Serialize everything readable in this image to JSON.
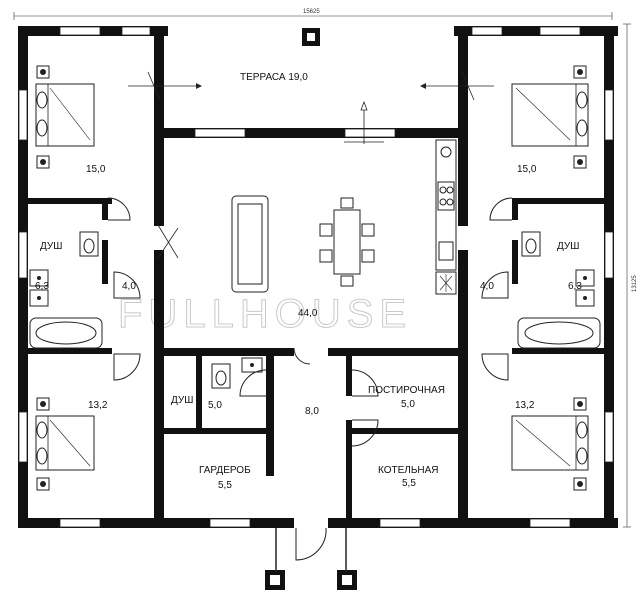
{
  "dimensions": {
    "width": "15625",
    "height": "13125"
  },
  "rooms": {
    "terrace": "ТЕРРАСА 19,0",
    "bedroom_nw": "15,0",
    "bedroom_ne": "15,0",
    "bedroom_sw": "13,2",
    "bedroom_se": "13,2",
    "shower_w_name": "ДУШ",
    "shower_w_area": "6,3",
    "shower_e_name": "ДУШ",
    "shower_e_area": "6,3",
    "hall_w": "4,0",
    "hall_e": "4,0",
    "living": "44,0",
    "shower_c_name": "ДУШ",
    "shower_c_area": "5,0",
    "corridor": "8,0",
    "laundry_name": "ПОСТИРОЧНАЯ",
    "laundry_area": "5,0",
    "wardrobe_name": "ГАРДЕРОБ",
    "wardrobe_area": "5,5",
    "boiler_name": "КОТЕЛЬНАЯ",
    "boiler_area": "5,5"
  },
  "watermark": "FULLHOUSE"
}
